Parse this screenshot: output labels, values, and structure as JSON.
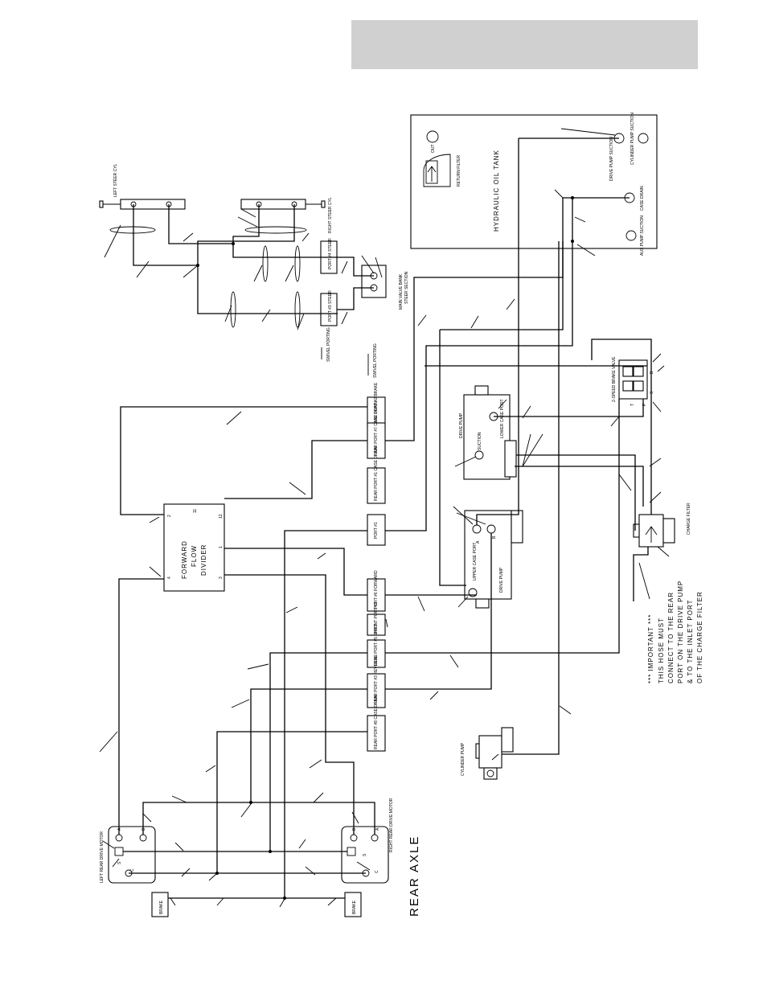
{
  "labels": {
    "left_steer_cyl": "LEFT STEER CYL",
    "right_steer_cyl": "RIGHT STEER CYL",
    "port_a4_steer": "PORT #4 STEER",
    "port_a3_steer": "PORT #3 STEER",
    "main_valve_bank": "MAIN VALVE BANK",
    "steer_section": "STEER SECTION",
    "swivel_porting_1": "SWIVEL PORTING",
    "swivel_porting_2": "SWIVEL PORTING",
    "hydraulic_oil_tank": "HYDRAULIC OIL TANK",
    "return_filter": "RETURN FILTER",
    "out": "OUT",
    "drive_pump_suction": "DRIVE PUMP SUCTION",
    "cylinder_pump_suction": "CYLINDER PUMP SUCTION",
    "case_drain": "CASE DRAIN",
    "aux_pump_suction": "AUX PUMP SUCTION",
    "drive_pump_upper": "DRIVE PUMP",
    "suction": "SUCTION",
    "lower_case_port": "LOWER CASE PORT",
    "two_speed_brake_valve": "2-SPEED BRAKE VALVE",
    "port_t": "T",
    "port_p": "P",
    "port_b": "B",
    "port_s": "S",
    "charge_filter": "CHARGE FILTER",
    "important_title": "*** IMPORTANT ***",
    "important_1": "THIS HOSE MUST",
    "important_2": "CONNECT TO THE REAR",
    "important_3": "PORT ON THE DRIVE PUMP",
    "important_4": "& TO THE INLET PORT",
    "important_5": "OF THE CHARGE FILTER",
    "forward_flow_divider_1": "FORWARD",
    "forward_flow_divider_2": "FLOW",
    "forward_flow_divider_3": "DIVIDER",
    "ffd_port_2": "2",
    "ffd_port_11": "11",
    "ffd_port_12": "12",
    "ffd_port_1": "1",
    "ffd_port_4": "4",
    "ffd_port_3": "3",
    "rear_port_a2_brake": "REAR PORT #2 BRAKE",
    "rear_port_a7_case_drain": "REAR PORT #7 CASE DRAIN",
    "rear_port_a1_case_drain": "REAR PORT #1 CASE DRAIN",
    "port_a1": "PORT #1",
    "port_a6_forward": "PORT #6 FORWARD",
    "front_port_a2": "FRONT PORT #2",
    "rear_port_a5_shift": "REAR PORT #5 SHIFT",
    "rear_port_a3_reverse": "REAR PORT #3 REVERSE",
    "rear_port_a8_case_drain": "REAR PORT #8 CASE DRAIN",
    "drive_pump_lower": "DRIVE PUMP",
    "upper_case_port": "UPPER CASE PORT",
    "pump_port_a": "A",
    "pump_port_b": "B",
    "cylinder_pump": "CYLINDER PUMP",
    "left_rear_drive_motor": "LEFT REAR DRIVE MOTOR",
    "right_rear_drive_motor": "RIGHT REAR DRIVE MOTOR",
    "motor_a": "A",
    "motor_b": "B",
    "motor_s": "S",
    "motor_c": "C",
    "brake_left": "BRAKE",
    "brake_right": "BRAKE",
    "rear_axle": "REAR AXLE"
  }
}
